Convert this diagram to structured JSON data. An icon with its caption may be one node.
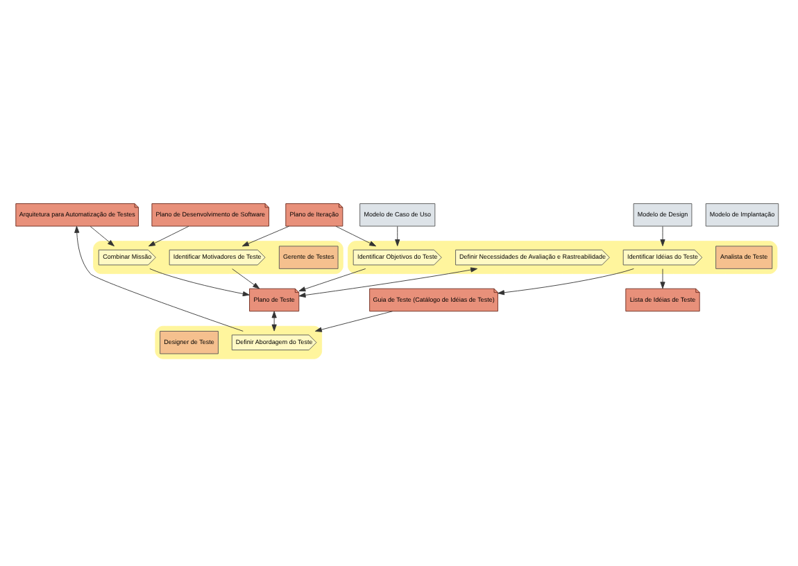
{
  "diagram": {
    "nodes": [
      {
        "text": [],
        "shape": "box"
      },
      {
        "text": [
          "Gerente de Testes"
        ],
        "in": 0
      },
      {
        "text": [
          "Identificar Motivadores de Teste"
        ],
        "in": 0
      },
      {
        "text": [
          "Combinar Missão"
        ],
        "in": 0
      },
      {
        "text": [
          "Plano de Desenvolvimento de Software"
        ]
      },
      {
        "text": [
          "Arquitetura para Automatização de Testes"
        ]
      },
      {
        "text": [
          "Plano de Iteração"
        ]
      },
      {
        "text": [
          "Plano de Teste"
        ]
      },
      {
        "text": [],
        "shape": "box"
      },
      {
        "text": [
          "Definir Abordagem do Teste"
        ],
        "in": 8
      },
      {
        "text": [
          "Designer de Teste"
        ],
        "in": 8
      },
      {
        "text": [],
        "shape": "box"
      },
      {
        "text": [
          "Analista de Teste"
        ],
        "in": 11
      },
      {
        "text": [
          "Identificar Objetivos do Teste"
        ],
        "in": 11
      },
      {
        "text": [
          "Definir Necessidades de Avaliação e Rastreabilidade"
        ],
        "in": 11
      },
      {
        "text": [
          "Identificar Idéias do Teste"
        ],
        "in": 11
      },
      {
        "text": [
          "Guia de Teste (Catálogo de Idéias de Teste)"
        ]
      },
      {
        "text": [
          "Modelo de Caso de Uso"
        ]
      },
      {
        "text": [
          "Modelo de Design"
        ]
      },
      {
        "text": [
          "Modelo de Implantação"
        ]
      },
      {
        "text": [
          "Lista de Idéias de Teste"
        ]
      }
    ],
    "edges": [
      {
        "from": 6,
        "to": 2,
        "arrow": "to"
      },
      {
        "from": 2,
        "to": 7,
        "arrow": "to"
      },
      {
        "from": 3,
        "to": 7,
        "arrow": "to"
      },
      {
        "from": 4,
        "to": 3,
        "arrow": "to"
      },
      {
        "from": 5,
        "to": 3,
        "arrow": "to"
      },
      {
        "from": 9,
        "to": 5,
        "arrow": "to"
      },
      {
        "from": 7,
        "to": 9,
        "arrow": "both"
      },
      {
        "from": 6,
        "to": 13,
        "arrow": "to"
      },
      {
        "from": 13,
        "to": 7,
        "arrow": "to"
      },
      {
        "from": 14,
        "to": 7,
        "arrow": "both"
      },
      {
        "from": 15,
        "to": 16,
        "arrow": "to"
      },
      {
        "from": 16,
        "to": 9,
        "arrow": "to"
      },
      {
        "from": 17,
        "to": 13,
        "arrow": "to"
      },
      {
        "from": 18,
        "to": 15,
        "arrow": "to"
      },
      {
        "from": 15,
        "to": 20,
        "arrow": "to"
      }
    ]
  }
}
